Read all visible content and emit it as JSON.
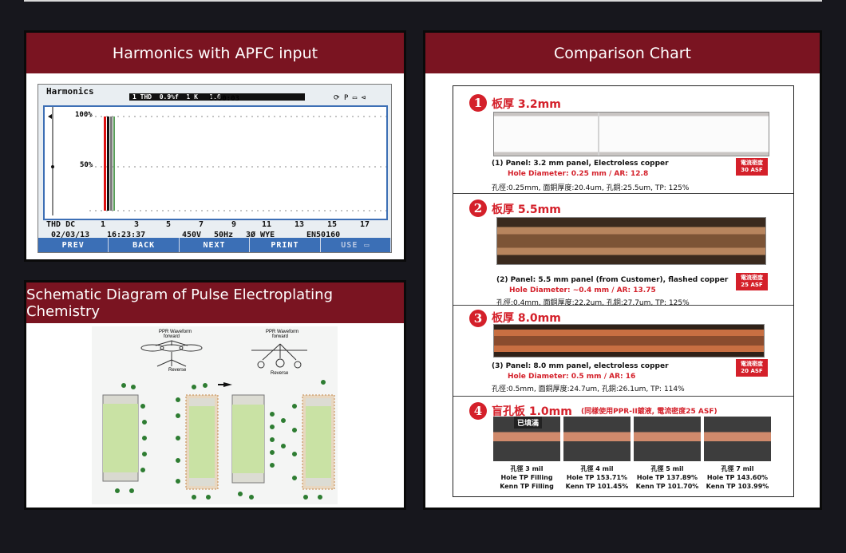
{
  "panels": {
    "harmonics": {
      "title": "Harmonics with APFC input",
      "screen": {
        "name": "Harmonics",
        "status": "1 THD  0.9%f  1 K   1.0",
        "timer": "0:00:03",
        "y_labels": [
          "100%",
          "50%"
        ],
        "x_labels": [
          "THD DC",
          "1",
          "3",
          "5",
          "7",
          "9",
          "11",
          "13",
          "15",
          "17"
        ],
        "info": [
          "02/03/13",
          "16:23:37",
          "450V",
          "50Hz",
          "3Ø WYE",
          "EN50160"
        ],
        "buttons": [
          "PREV",
          "BACK",
          "NEXT",
          "PRINT",
          "USE"
        ]
      }
    },
    "schematic": {
      "title": "Schematic Diagram of Pulse Electroplating Chemistry",
      "labels": {
        "ppr1": "PPR Waveform",
        "fwd1": "forward",
        "rev1": "Reverse",
        "ppr2": "PPR Waveform",
        "fwd2": "forward",
        "rev2": "Reverse"
      }
    },
    "comparison": {
      "title": "Comparison Chart",
      "sections": [
        {
          "num": "1",
          "title": "板厚 3.2mm",
          "line1": "(1) Panel: 3.2 mm panel, Electroless copper",
          "line2": "Hole Diameter: 0.25 mm  /  AR: 12.8",
          "line3": "孔徑:0.25mm, 面銅厚度:20.4um, 孔銅:25.5um, TP: 125%",
          "tag": "電流密度 30 ASF"
        },
        {
          "num": "2",
          "title": "板厚 5.5mm",
          "line1": "(2) Panel: 5.5 mm panel (from Customer), flashed copper",
          "line2": "Hole Diameter: ~0.4 mm   /   AR: 13.75",
          "line3": "孔徑:0.4mm, 面銅厚度:22.2um, 孔銅:27.7um, TP: 125%",
          "tag": "電流密度 25 ASF"
        },
        {
          "num": "3",
          "title": "板厚 8.0mm",
          "line1": "(3) Panel: 8.0 mm panel, electroless copper",
          "line2": "Hole Diameter: 0.5 mm  /  AR: 16",
          "line3": "孔徑:0.5mm, 面銅厚度:24.7um, 孔銅:26.1um, TP: 114%",
          "tag": "電流密度 20 ASF"
        },
        {
          "num": "4",
          "title": "盲孔板 1.0mm",
          "subtitle": "(同樣使用PPR-II鍍液, 電流密度25 ASF)",
          "filled": "已填滿",
          "tiles": [
            {
              "mil": "孔徑 3 mil",
              "l1": "Hole TP Filling",
              "l2": "Kenn TP Filling"
            },
            {
              "mil": "孔徑 4 mil",
              "l1": "Hole TP 153.71%",
              "l2": "Kenn TP 101.45%"
            },
            {
              "mil": "孔徑 5 mil",
              "l1": "Hole TP 137.89%",
              "l2": "Kenn TP 101.70%"
            },
            {
              "mil": "孔徑 7 mil",
              "l1": "Hole TP 143.60%",
              "l2": "Kenn TP 103.99%"
            }
          ]
        }
      ]
    }
  },
  "colors": {
    "background": "#17171d",
    "title_bar": "#7a1421",
    "accent_red": "#d4202a",
    "scope_button": "#3b6fb6"
  }
}
